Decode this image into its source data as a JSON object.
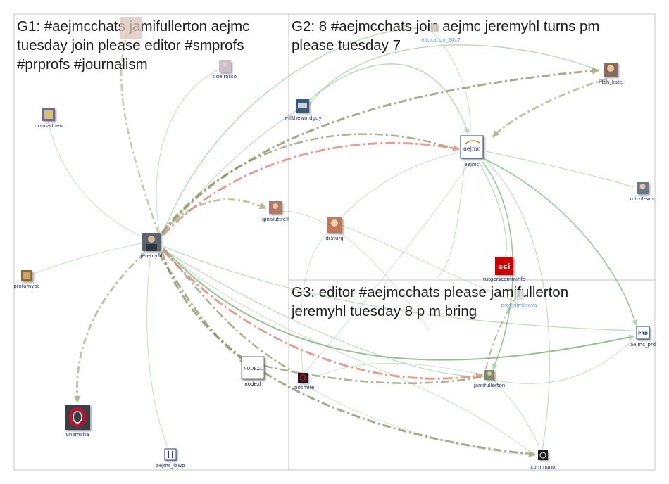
{
  "groups": [
    {
      "id": "G1",
      "lines": [
        "G1: #aejmcchats jamifullerton aejmc",
        "tuesday join please editor #smprofs",
        "#prprofs #journalism"
      ]
    },
    {
      "id": "G2",
      "lines": [
        "G2: 8 #aejmcchats join aejmc jeremyhl turns pm",
        "please tuesday 7"
      ]
    },
    {
      "id": "G3",
      "lines": [
        "G3: editor #aejmcchats please jamifullerton",
        "jeremyhl tuesday 8 p m bring"
      ]
    }
  ],
  "nodes": [
    {
      "id": "jeremyhl",
      "label": "jeremyhl",
      "icon": "portrait-icon",
      "color": "#5a6470"
    },
    {
      "id": "tidelrosso",
      "label": "tidelrosso",
      "icon": "portrait-icon",
      "color": "#c7b8c7"
    },
    {
      "id": "drsmadden",
      "label": "drsmadden",
      "icon": "avatar-icon",
      "color": "#6a6aa0"
    },
    {
      "id": "profamyoc",
      "label": "profamyoc",
      "icon": "avatar-icon",
      "color": "#8a6a3a"
    },
    {
      "id": "unomaha",
      "label": "unomaha",
      "icon": "uno-logo-icon",
      "color": "#3c3c44"
    },
    {
      "id": "aejmc_lawp",
      "label": "aejmc_lawp",
      "icon": "pillar-icon",
      "color": "#2b3a8a"
    },
    {
      "id": "nodexl",
      "label": "nodexl",
      "icon": "nodexl-logo-icon",
      "color": "#1a1a1a"
    },
    {
      "id": "ginaluttrell",
      "label": "ginaluttrell",
      "icon": "portrait-icon",
      "color": "#b07a6a"
    },
    {
      "id": "willthewordguy",
      "label": "willthewordguy",
      "icon": "avatar-icon",
      "color": "#3d5a7a"
    },
    {
      "id": "education_24x7",
      "label": "education_24x7",
      "icon": "avatar-icon",
      "color": "#d0c4b8"
    },
    {
      "id": "fitch_kate",
      "label": "fitch_kate",
      "icon": "portrait-icon",
      "color": "#8a6a5a"
    },
    {
      "id": "aejmc",
      "label": "aejmc",
      "icon": "aejmc-logo-icon",
      "color": "#1f3f7a"
    },
    {
      "id": "mitzilewis",
      "label": "mitzilewis",
      "icon": "portrait-icon",
      "color": "#6a7a8a"
    },
    {
      "id": "drsturg",
      "label": "drsturg",
      "icon": "portrait-icon",
      "color": "#c0785a"
    },
    {
      "id": "rutgerscomminfo",
      "label": "rutgerscomminfo",
      "icon": "sci-logo-icon",
      "color": "#cc0000"
    },
    {
      "id": "prof_dimitrova",
      "label": "prof_dimitrova",
      "icon": "avatar-icon",
      "color": "#d8d8d8"
    },
    {
      "id": "aejmc_prd",
      "label": "aejmc_prd",
      "icon": "prd-logo-icon",
      "color": "#1f3f7a"
    },
    {
      "id": "unosmlre",
      "label": "unosmlre",
      "icon": "avatar-icon",
      "color": "#1a1a1a"
    },
    {
      "id": "jamifullerton",
      "label": "jamifullerton",
      "icon": "portrait-icon",
      "color": "#7a8a6a"
    },
    {
      "id": "communo",
      "label": "communo",
      "icon": "avatar-icon",
      "color": "#1a1a1a"
    }
  ],
  "icon_text": {
    "aejmc": "aejmc",
    "nodexl": "NODEXL",
    "sci": "sci",
    "prd": "PRD"
  },
  "edge_colors": {
    "green": "#8cc48c",
    "olive": "#9aa070",
    "red": "#e0857a"
  }
}
